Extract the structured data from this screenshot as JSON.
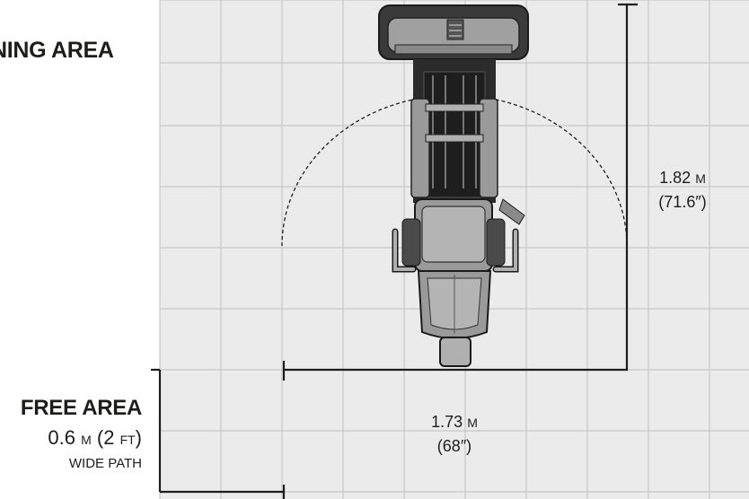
{
  "training_area": {
    "title": "NING AREA"
  },
  "free_area": {
    "title": "FREE AREA",
    "width_line": [
      "0.6 ",
      "M",
      " (2 ",
      "FT",
      ")"
    ],
    "note": "WIDE PATH"
  },
  "dimensions": {
    "depth": {
      "metric": [
        "1.82 ",
        "M"
      ],
      "imperial": "(71.6″)"
    },
    "width": {
      "metric": [
        "1.73 ",
        "M"
      ],
      "imperial": "(68″)"
    }
  },
  "colors": {
    "grid_fill": "#ebebec",
    "grid_line": "#c8c8c9",
    "dimension_line": "#1d1d1b",
    "equipment_dark": "#2b2b2b",
    "equipment_mid": "#8a8a8a",
    "equipment_light": "#bdbdbd"
  },
  "icons": {
    "equipment": "seated-machine-top-view-icon",
    "swing": "dashed-arc-icon"
  }
}
